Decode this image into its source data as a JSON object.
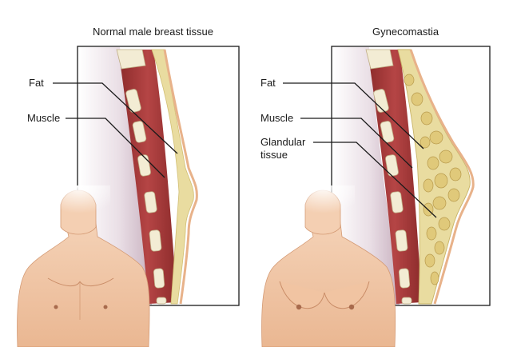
{
  "panels": [
    {
      "title": "Normal male breast tissue",
      "labels": {
        "fat": "Fat",
        "muscle": "Muscle"
      }
    },
    {
      "title": "Gynecomastia",
      "labels": {
        "fat": "Fat",
        "muscle": "Muscle",
        "glandular_line1": "Glandular",
        "glandular_line2": "tissue"
      }
    }
  ],
  "colors": {
    "muscle": "#a33a3a",
    "fat": "#e9dca0",
    "gland": "#e2cc7a",
    "skin": "#f2c8a8",
    "shadow": "#d8c7d2",
    "rib": "#f3ecd4",
    "frame": "#1a1a1a"
  }
}
